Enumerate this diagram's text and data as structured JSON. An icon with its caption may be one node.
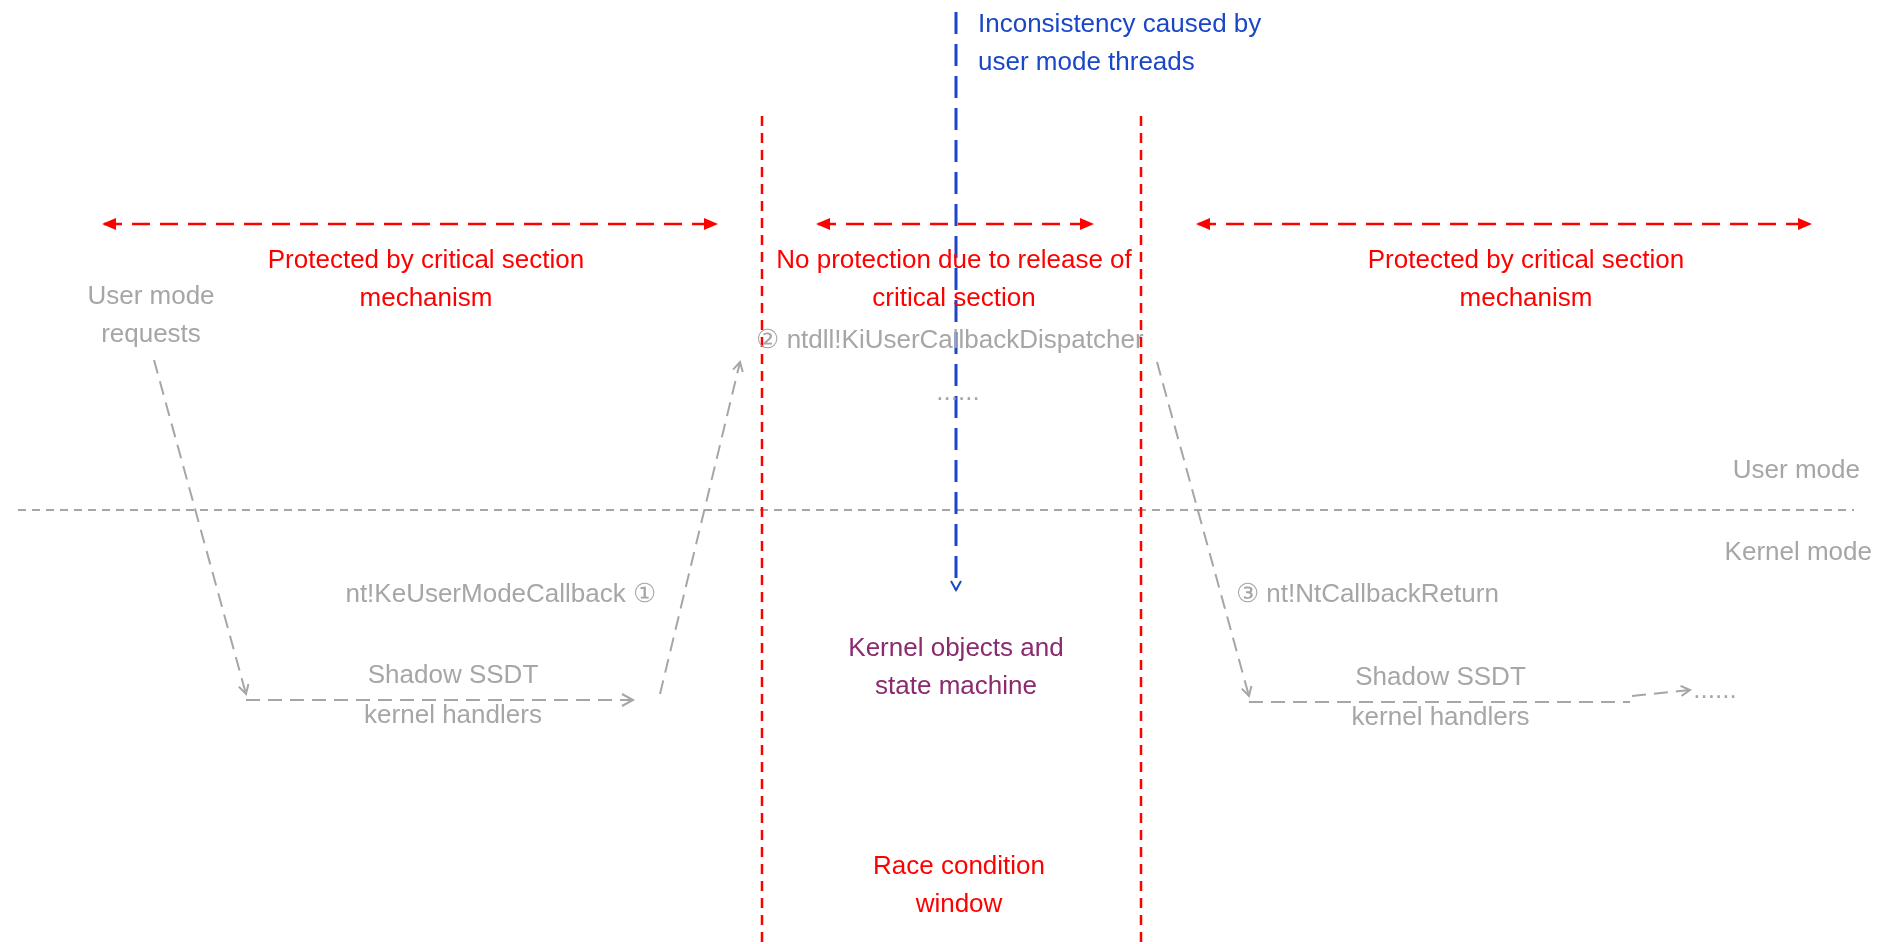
{
  "diagram": {
    "nodes": [
      {
        "text": [
          "User mode requests"
        ]
      },
      {
        "text": [
          "Shadow SSDT kernel handlers"
        ]
      },
      {
        "text": [
          "② ntdll!KiUserCallbackDispatcher"
        ]
      },
      {
        "text": [
          "Shadow SSDT kernel handlers"
        ]
      },
      {
        "text": [
          "......"
        ]
      },
      {
        "text": [
          "Inconsistency caused by user mode threads"
        ]
      },
      {
        "text": [
          "Kernel objects and state machine"
        ]
      }
    ],
    "edges": [
      {
        "from": 0,
        "to": 1,
        "arrow": "to",
        "style": "dashed"
      },
      {
        "from": 1,
        "to": 2,
        "arrow": "to",
        "style": "dashed"
      },
      {
        "from": 2,
        "to": 3,
        "arrow": "to",
        "style": "dashed"
      },
      {
        "from": 3,
        "to": 4,
        "arrow": "to",
        "style": "dashed"
      },
      {
        "from": 5,
        "to": 6,
        "arrow": "to",
        "style": "dashed",
        "color": "#1a47c8"
      }
    ],
    "labels": [
      "Protected by critical section mechanism",
      "No protection due to release of critical section",
      "Protected by critical section mechanism",
      "......",
      "User mode",
      "Kernel mode",
      "nt!KeUserModeCallback ①",
      "③ nt!NtCallbackReturn",
      "Race condition window"
    ]
  }
}
